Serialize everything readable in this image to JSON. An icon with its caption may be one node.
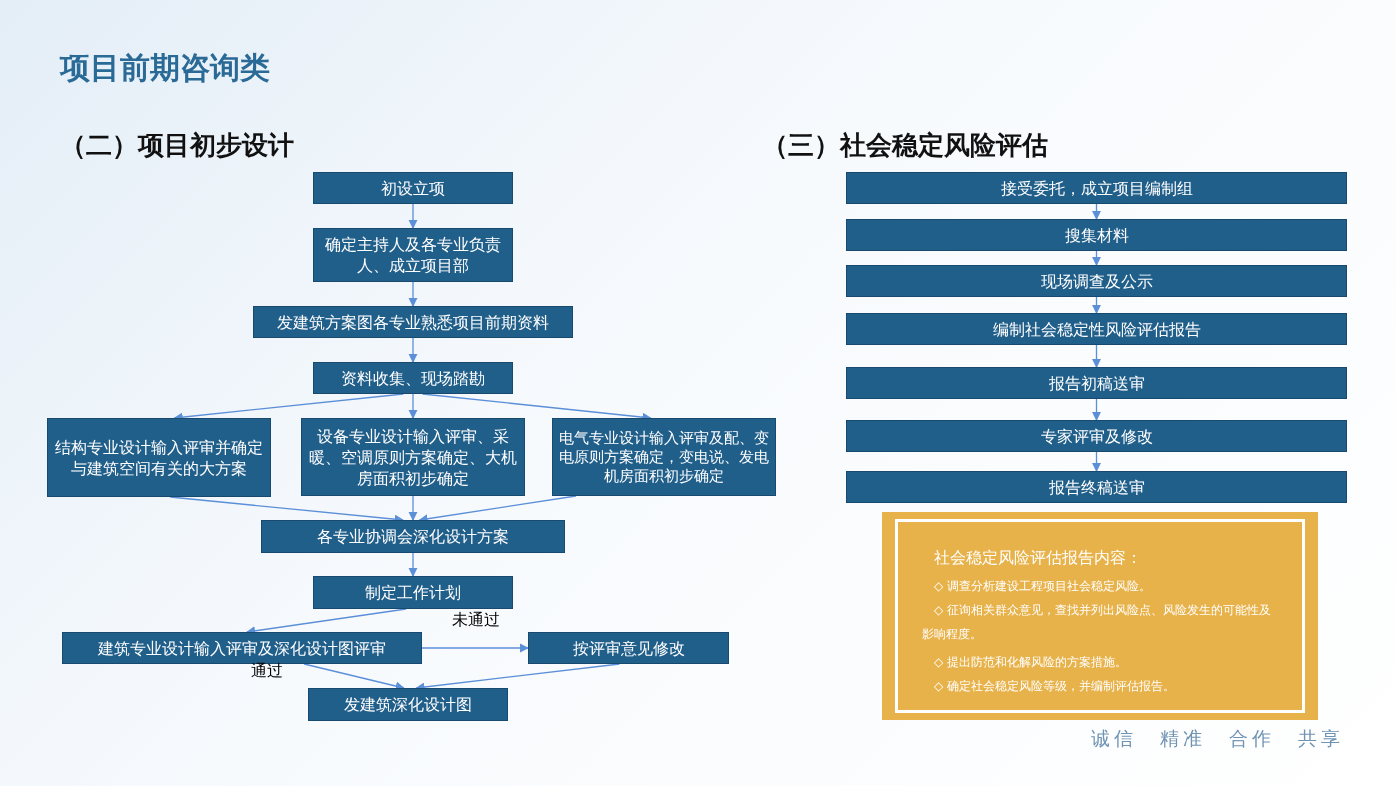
{
  "diagram": {
    "title": "项目前期咨询类",
    "nodes": [
      {
        "text": [
          "初设立项"
        ]
      },
      {
        "text": [
          "确定主持人及各专业负责人、成立项目部"
        ]
      },
      {
        "text": [
          "发建筑方案图各专业熟悉项目前期资料"
        ]
      },
      {
        "text": [
          "资料收集、现场踏勘"
        ]
      },
      {
        "text": [
          "结构专业设计输入评审并确定与建筑空间有关的大方案"
        ]
      },
      {
        "text": [
          "设备专业设计输入评审、采暖、空调原则方案确定、大机房面积初步确定"
        ]
      },
      {
        "text": [
          "电气专业设计输入评审及配、变电原则方案确定，变电说、发电机房面积初步确定"
        ]
      },
      {
        "text": [
          "各专业协调会深化设计方案"
        ]
      },
      {
        "text": [
          "制定工作计划"
        ]
      },
      {
        "text": [
          "建筑专业设计输入评审及深化设计图评审"
        ]
      },
      {
        "text": [
          "按评审意见修改"
        ]
      },
      {
        "text": [
          "发建筑深化设计图"
        ]
      },
      {
        "text": [
          "接受委托，成立项目编制组"
        ]
      },
      {
        "text": [
          "搜集材料"
        ]
      },
      {
        "text": [
          "现场调查及公示"
        ]
      },
      {
        "text": [
          "编制社会稳定性风险评估报告"
        ]
      },
      {
        "text": [
          "报告初稿送审"
        ]
      },
      {
        "text": [
          "专家评审及修改"
        ]
      },
      {
        "text": [
          "报告终稿送审"
        ]
      },
      {
        "text": [
          "社会稳定风险评估报告内容：",
          "◇ 调查分析建设工程项目社会稳定风险。",
          "◇ 征询相关群众意见，查找并列出风险点、风险发生的可能性及影响程度。",
          "◇ 提出防范和化解风险的方案措施。",
          "◇ 确定社会稳定风险等级，并编制评估报告。"
        ]
      }
    ],
    "edges": [
      {
        "from": 0,
        "to": 1,
        "arrow": "to"
      },
      {
        "from": 1,
        "to": 2,
        "arrow": "to"
      },
      {
        "from": 2,
        "to": 3,
        "arrow": "to"
      },
      {
        "from": 3,
        "to": 4,
        "arrow": "to"
      },
      {
        "from": 3,
        "to": 5,
        "arrow": "to"
      },
      {
        "from": 3,
        "to": 6,
        "arrow": "to"
      },
      {
        "from": 4,
        "to": 7,
        "arrow": "to"
      },
      {
        "from": 5,
        "to": 7,
        "arrow": "to"
      },
      {
        "from": 6,
        "to": 7,
        "arrow": "to"
      },
      {
        "from": 7,
        "to": 8,
        "arrow": "to"
      },
      {
        "from": 8,
        "to": 9,
        "arrow": "to"
      },
      {
        "from": 9,
        "to": 10,
        "arrow": "to",
        "label": "未通过"
      },
      {
        "from": 9,
        "to": 11,
        "arrow": "to",
        "label": "通过"
      },
      {
        "from": 10,
        "to": 11,
        "arrow": "to"
      },
      {
        "from": 12,
        "to": 13,
        "arrow": "to"
      },
      {
        "from": 13,
        "to": 14,
        "arrow": "to"
      },
      {
        "from": 14,
        "to": 15,
        "arrow": "to"
      },
      {
        "from": 15,
        "to": 16,
        "arrow": "to"
      },
      {
        "from": 16,
        "to": 17,
        "arrow": "to"
      },
      {
        "from": 17,
        "to": 18,
        "arrow": "to"
      }
    ],
    "labels": [
      "（二）项目初步设计",
      "（三）社会稳定风险评估",
      "诚信",
      "精准",
      "合作",
      "共享"
    ]
  }
}
